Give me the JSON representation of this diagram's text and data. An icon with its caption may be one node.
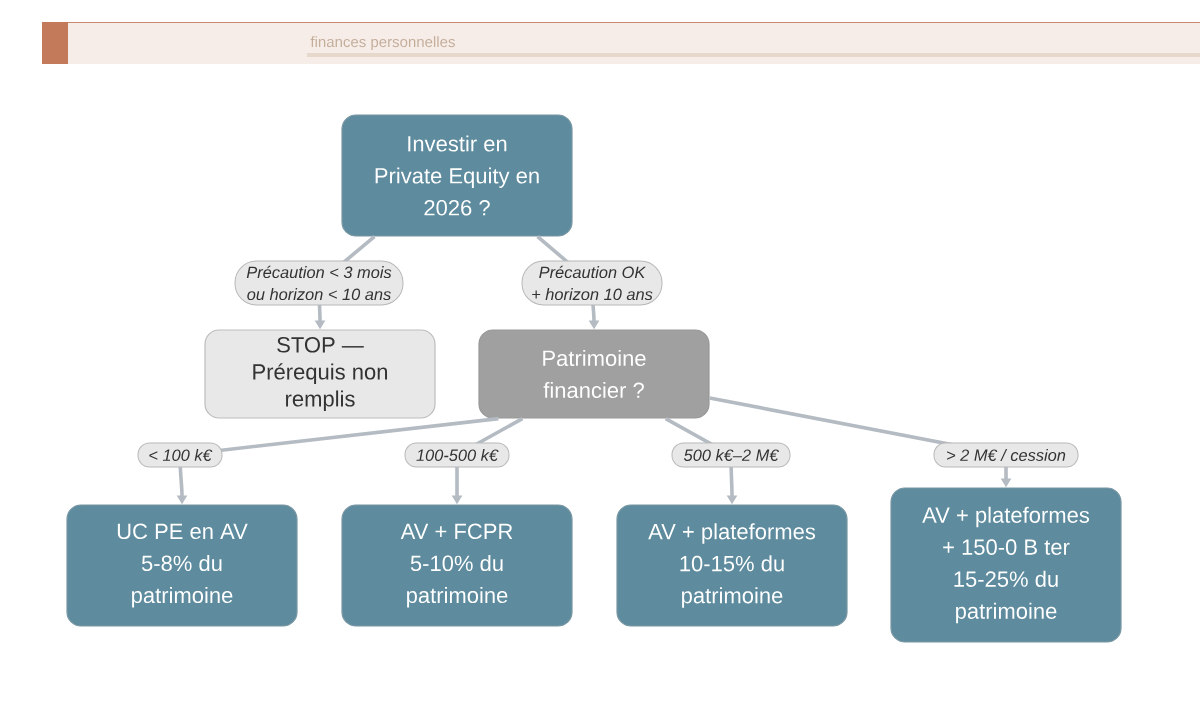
{
  "diagram": {
    "nodes": [
      {
        "text": [
          "Investir en Private Equity en 2026 ?"
        ]
      },
      {
        "text": [
          "STOP — Prérequis non remplis"
        ]
      },
      {
        "text": [
          "Patrimoine financier ?"
        ]
      },
      {
        "text": [
          "UC PE en AV 5-8% du patrimoine"
        ]
      },
      {
        "text": [
          "AV + FCPR 5-10% du patrimoine"
        ]
      },
      {
        "text": [
          "AV + plateformes 10-15% du patrimoine"
        ]
      },
      {
        "text": [
          "AV + plateformes + 150-0 B ter 15-25% du patrimoine"
        ]
      }
    ],
    "edges": [
      {
        "from": 0,
        "to": 1,
        "arrow": "to",
        "label": "Précaution < 3 mois ou horizon < 10 ans"
      },
      {
        "from": 0,
        "to": 2,
        "arrow": "to",
        "label": "Précaution OK + horizon 10 ans"
      },
      {
        "from": 2,
        "to": 3,
        "arrow": "to",
        "label": "< 100 k€"
      },
      {
        "from": 2,
        "to": 4,
        "arrow": "to",
        "label": "100-500 k€"
      },
      {
        "from": 2,
        "to": 5,
        "arrow": "to",
        "label": "500 k€–2 M€"
      },
      {
        "from": 2,
        "to": 6,
        "arrow": "to",
        "label": "> 2 M€ / cession"
      }
    ],
    "labels": [
      "finances personnelles"
    ]
  }
}
